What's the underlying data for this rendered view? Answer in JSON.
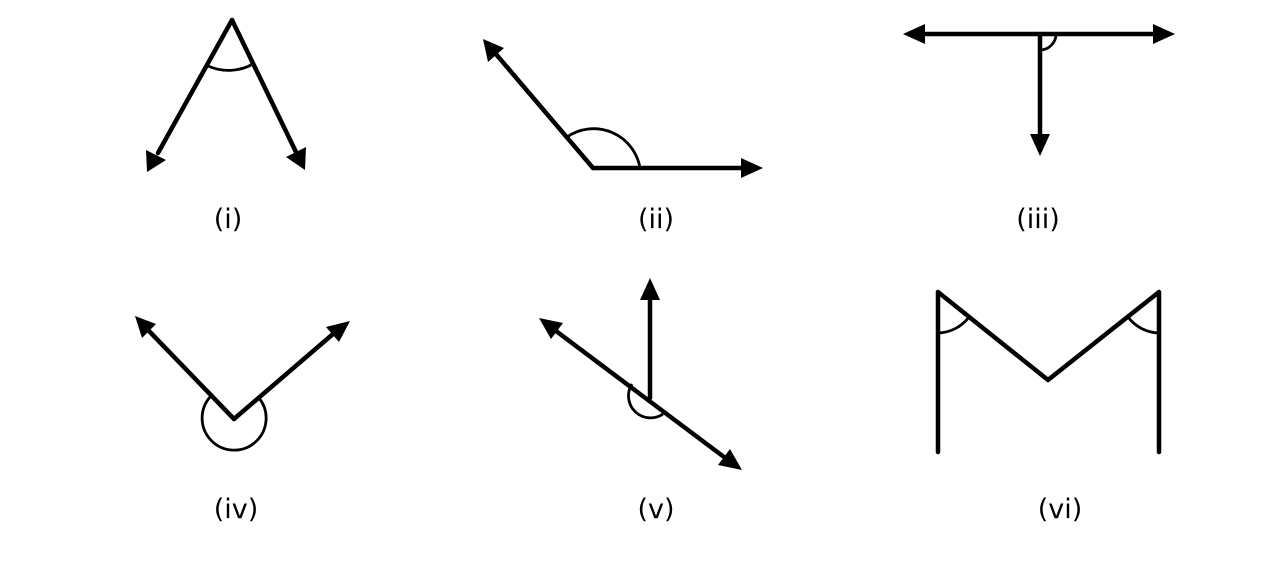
{
  "figures": [
    {
      "id": "i",
      "caption": "(i)"
    },
    {
      "id": "ii",
      "caption": "(ii)"
    },
    {
      "id": "iii",
      "caption": "(iii)"
    },
    {
      "id": "iv",
      "caption": "(iv)"
    },
    {
      "id": "v",
      "caption": "(v)"
    },
    {
      "id": "vi",
      "caption": "(vi)"
    }
  ],
  "colors": {
    "stroke": "#000000",
    "background": "#ffffff"
  }
}
